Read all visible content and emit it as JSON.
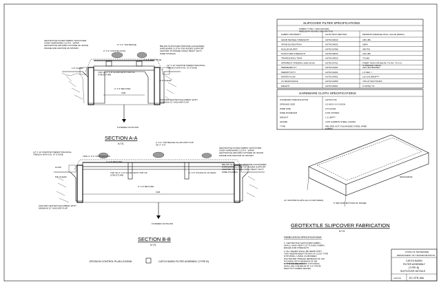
{
  "section_aa": {
    "title": "SECTION A-A",
    "scale": "N.T.S.",
    "labels": {
      "geotextile": "GEOTEXTILE FILTER FABRIC SLIPCOVER OVER HARDWARE CLOTH - WRAP GEOTEXTILE AROUND OUTSIDE OF WOOD FRAME AND ANCHOR AS SHOWN.",
      "top_brace": "2\" X 4\" TOP BRACE",
      "blocks": "2\" X 4\" STOP BLOCKS",
      "stud": "2\" X 4\" RED-STUD",
      "below_slipcover": "BELOW SLIPCOVER PROVIDE GALVANIZED HARDWARE CLOTH FOR ADDED SUPPORT. ANCHOR TO FRAME USING HEAVY DUTY WIRE STAPLES.",
      "trench": "12\" X 12\" ANCHOR TRENCH BACKFILL TRENCH WITH NO. 57 STONE",
      "top_of": "TOP OF 2\" X 6\" FLUSH WITH TOP OF STRUCTURE",
      "beyond": "2\" X 6\" BEYOND",
      "clear_l": "1.5\" CLEAR",
      "clear_r": "1.5\" CLEAR",
      "anchor": "ANCHOR GEOTEXTILE FABRIC WITH MINIMUM 12\" ANCHOR FLAP",
      "var": "VAR.",
      "filtered": "FILTERED OUTFLOW"
    }
  },
  "section_bb": {
    "title": "SECTION B-B",
    "scale": "N.T.S.",
    "labels": {
      "top_brace": "2\" X 4\" TOP BRACE FLUSH WITH TOP OF 2\" X 6\"",
      "geotextile": "GEOTEXTILE FILTER FABRIC SLIPCOVER OVER HARDWARE CLOTH - WRAP GEOTEXTILE AROUND OUTSIDE OF WOOD FRAME AND ANCHOR AS SHOWN.",
      "trench": "12\" X 12\" ANCHOR TRENCH BACKFILL TRENCH WITH NO. 57 STONE",
      "blocks": "TWO 2\" X 4\" STOP BLOCKS",
      "beyond_top": "2\" X 6\" BEYOND",
      "below_slipcover": "BELOW SLIPCOVER PROVIDE GALVANIZED HARDWARE CLOTH FOR ADDED SUPPORT. ANCHOR TO FRAME USING HEAVY DUTY WIRE STAPLES.",
      "top_of": "TOP OF 2\" X 6\" FLUSH WITH TOP OF STRUCTURE",
      "studs": "2\" X 6\" STUDS AT 1/3 SPAN",
      "flow": "FLOW",
      "clear": "1.5\" CLEAR",
      "anchor": "ANCHOR GEOTEXTILE FABRIC WITH MINIMUM 12\" ANCHOR FLAP",
      "beyond": "2\" X 6\" BEYOND",
      "var": "VAR.",
      "filtered": "FILTERED OUTFLOW"
    }
  },
  "spec_table": {
    "title": "SLIPCOVER FILTER SPECIFICATIONS",
    "subtitle": "FABRIC TYPE = NON-WOVEN, NEEDLE-PUNCHED GEOTEXTILE",
    "headers": [
      "FABRIC PROPERTY",
      "ASTM TEST METHOD",
      "MINIMUM AVERAGE ROLL VALUE (MARV)"
    ],
    "rows": [
      [
        "GRAB TENSILE STRENGTH",
        "ASTM D4632",
        "180 LBS"
      ],
      [
        "GRAB ELONGATION",
        "ASTM D4632",
        "≥50%"
      ],
      [
        "MULLEN BURST",
        "ASTM D3786",
        "350 PSI"
      ],
      [
        "PUNCTURE STRENGTH",
        "ASTM D4833",
        "100 LBS"
      ],
      [
        "TRAPEZOIDAL TEAR",
        "ASTM D4533",
        "70 LBS"
      ],
      [
        "APPARENT OPENING SIZE (AOS)",
        "ASTM D4751",
        "FINER THAN OR EQUAL TO NO. 70 U.S. STANDARD SIEVE"
      ],
      [
        "PERMEABILITY",
        "ASTM D4491",
        "20/2 INCHES/SEC"
      ],
      [
        "PERMITTIVITY",
        "ASTM D4491",
        "1.5 SEC⁻¹"
      ],
      [
        "WATER FLOW",
        "ASTM D4491",
        "110 GAL/MIN/FT²"
      ],
      [
        "UV RESISTANCE",
        "ASTM D4355",
        "70% AT 500 HOURS"
      ],
      [
        "WEIGHT",
        "ASTM D5261",
        "6 OZ/SQ YD"
      ]
    ]
  },
  "hardware_table": {
    "title": "HARDWARE CLOTH SPECIFICATIONS",
    "rows": [
      [
        "STANDARD SPECIFICATION",
        "ASTM A740"
      ],
      [
        "OPENING SIZE",
        "0.5 INCH X 0.5 INCH"
      ],
      [
        "WIRE SIZE",
        "19 GAUGE"
      ],
      [
        "WIRE DIAMETER",
        "0.041 INCHES"
      ],
      [
        "WEIGHT",
        "1.2 LB/FT²"
      ],
      [
        "GRADE",
        "LOW CARBON STEEL (C1008)"
      ],
      [
        "TYPE",
        "WELDED HOT GALVANIZED STEEL WIRE FABRIC"
      ]
    ]
  },
  "fabrication": {
    "title": "GEOTEXTILE SLIPCOVER FABRICATION",
    "scale": "N.T.S.",
    "seam": "SEAM-EDGE",
    "flaps": "12\" ANCHOR FLAPS (ALL FOUR SIDES)",
    "beyond": "6\" BEYOND BOTTOM OF FRAME"
  },
  "notes": {
    "title": "FABRICATION SPECIFICATIONS:",
    "items": [
      "1. GEOTEXTILE SLIPCOVER FABRIC SHALL HAVE HEAT-CUT FUSING FABRIC EDGES FOR STRENGTH.",
      "2. ALL SEAMS SHALL BE SEWN WITH TWO INDEPENDENT ROWS OF LOCK-TYPE STITCHING, USING UV-BONDED POLYESTER THREAD (MINIMUM OF 130 POUNDS) WITH MINIMUM OF 5/8 STITCHES PER INCH.",
      "3. THE INSIDE ROW OF STITCHING SHALL BE A MINIMUM OF 0.5\" FROM HEAT-CUT FABRIC EDGES."
    ]
  },
  "legend": {
    "label": "EROSION CONTROL PLAN LEGEND:",
    "item": "CATCH BASIN FILTER ASSEMBLY (TYPE B)"
  },
  "title_block": {
    "agency_1": "STATE OF TENNESSEE",
    "agency_2": "DEPARTMENT OF TRANSPORTATION",
    "title_1": "CATCH BASIN",
    "title_2": "FILTER ASSEMBLY",
    "title_3": "(TYPE B)",
    "title_4": "SLIPCOVER DETAILS",
    "date": "4-15-04",
    "number": "EC-STR-48A"
  }
}
